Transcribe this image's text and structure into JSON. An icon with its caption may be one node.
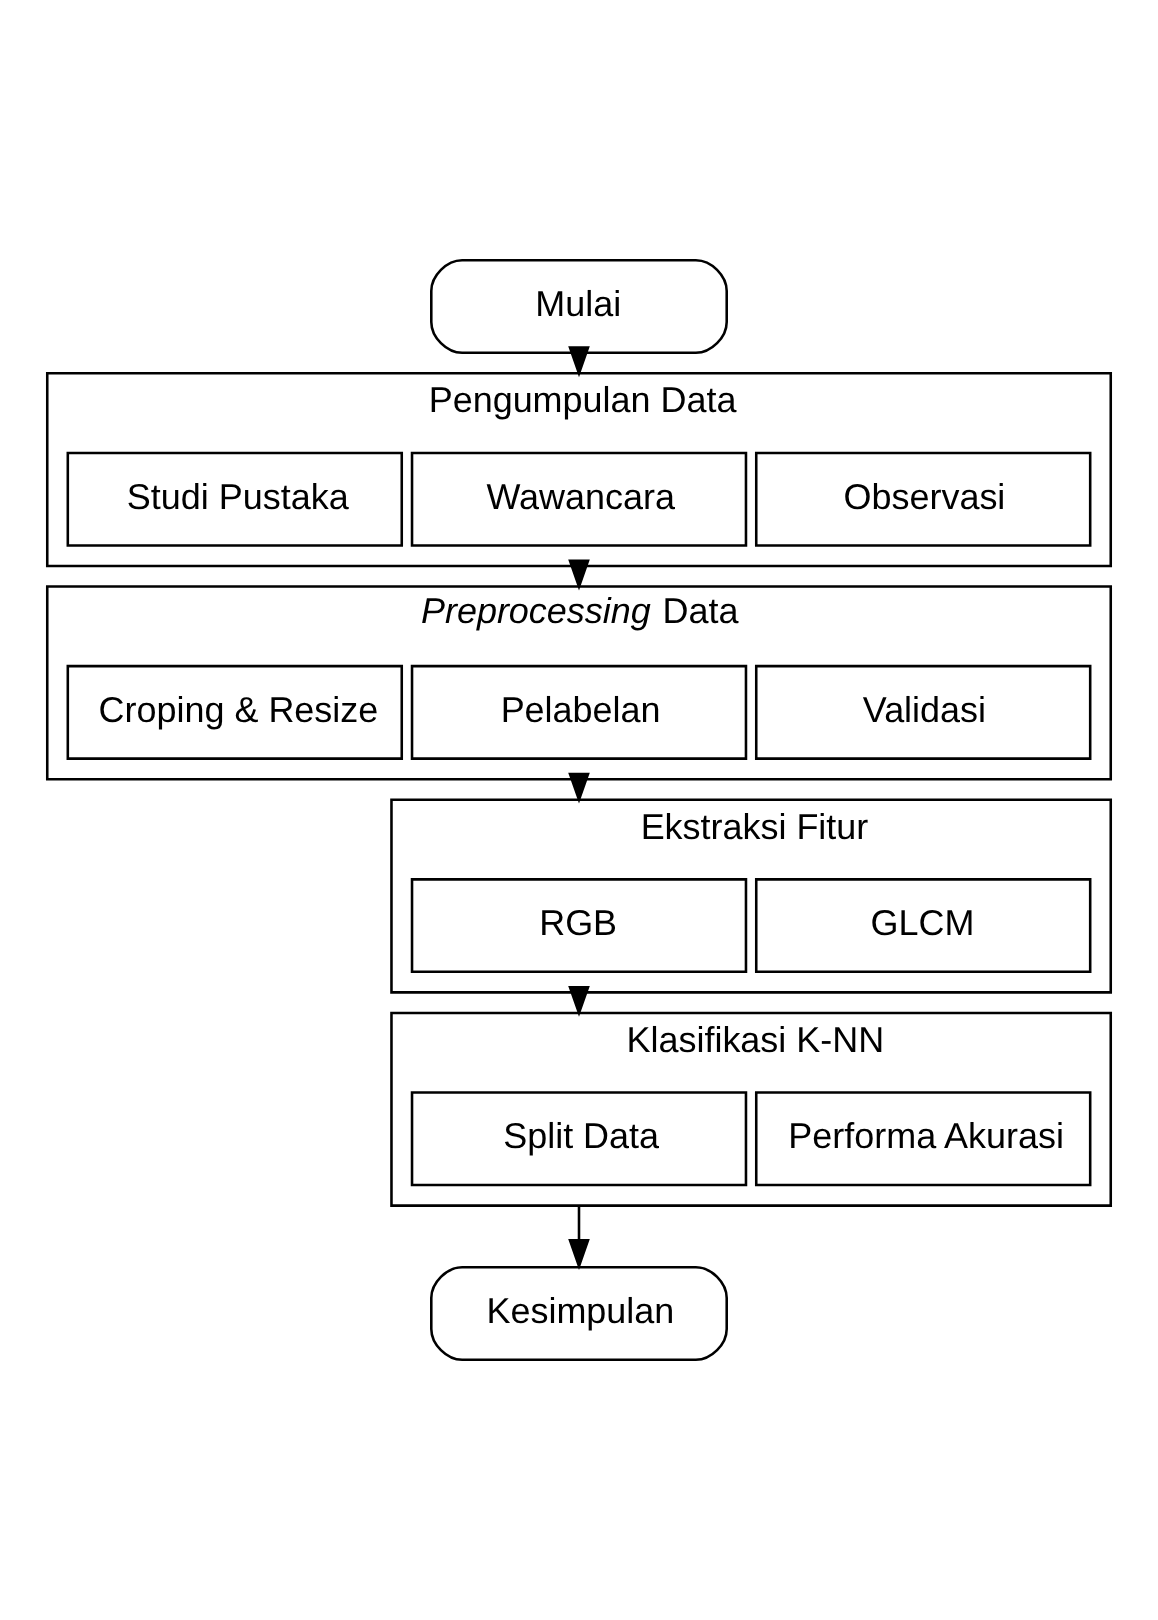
{
  "diagram": {
    "nodes": [
      {
        "text": [
          "Mulai"
        ]
      },
      {
        "text": [
          "Pengumpulan Data"
        ]
      },
      {
        "text": [
          "Studi Pustaka"
        ],
        "in": 1
      },
      {
        "text": [
          "Wawancara"
        ],
        "in": 1
      },
      {
        "text": [
          "Observasi"
        ],
        "in": 1
      },
      {
        "text": [
          "*Preprocessing* Data"
        ]
      },
      {
        "text": [
          "Croping & Resize"
        ],
        "in": 5
      },
      {
        "text": [
          "Pelabelan"
        ],
        "in": 5
      },
      {
        "text": [
          "Validasi"
        ],
        "in": 5
      },
      {
        "text": [
          "Ekstraksi Fitur"
        ]
      },
      {
        "text": [
          "RGB"
        ],
        "in": 9
      },
      {
        "text": [
          "GLCM"
        ],
        "in": 9
      },
      {
        "text": [
          "Klasifikasi K-NN"
        ]
      },
      {
        "text": [
          "Split Data"
        ],
        "in": 12
      },
      {
        "text": [
          "Performa Akurasi"
        ],
        "in": 12
      },
      {
        "text": [
          "Kesimpulan"
        ]
      }
    ],
    "edges": [
      {
        "from": 0,
        "to": 1,
        "arrow": "to"
      },
      {
        "from": 1,
        "to": 5,
        "arrow": "to"
      },
      {
        "from": 5,
        "to": 9,
        "arrow": "to"
      },
      {
        "from": 9,
        "to": 12,
        "arrow": "to"
      },
      {
        "from": 12,
        "to": 15,
        "arrow": "to"
      }
    ]
  }
}
